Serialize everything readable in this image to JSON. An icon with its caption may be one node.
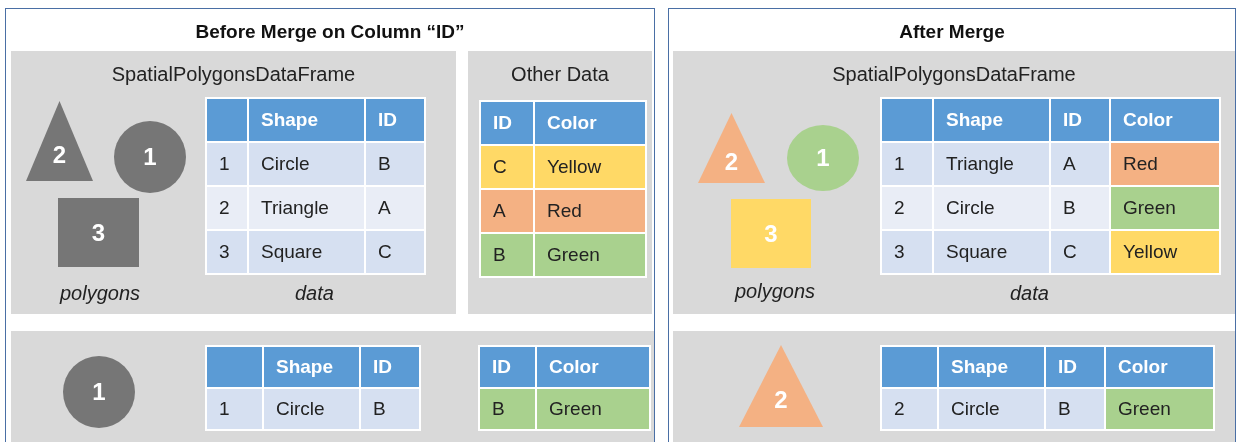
{
  "diagram": {
    "nodes": [
      {
        "text": [
          "Before Merge on Column “ID”"
        ]
      },
      {
        "text": [
          "SpatialPolygonsDataFrame"
        ],
        "in": 0
      },
      {
        "text": [
          "2"
        ],
        "in": 1
      },
      {
        "text": [
          "1"
        ],
        "in": 1
      },
      {
        "text": [
          "3"
        ],
        "in": 1
      },
      {
        "text": [
          "Other Data"
        ],
        "in": 0
      },
      {
        "text": [],
        "shape": "box",
        "in": 0
      },
      {
        "text": [
          "1"
        ],
        "in": 6
      },
      {
        "text": [
          "After Merge"
        ]
      },
      {
        "text": [
          "SpatialPolygonsDataFrame"
        ],
        "in": 8
      },
      {
        "text": [
          "2"
        ],
        "in": 9
      },
      {
        "text": [
          "1"
        ],
        "in": 9
      },
      {
        "text": [
          "3"
        ],
        "in": 9
      },
      {
        "text": [],
        "shape": "box",
        "in": 8
      },
      {
        "text": [
          "2"
        ],
        "in": 13
      }
    ],
    "edges": [],
    "labels": [
      "Shape",
      "ID",
      "1",
      "Circle",
      "B",
      "2",
      "Triangle",
      "A",
      "3",
      "Square",
      "C",
      "polygons",
      "data",
      "ID",
      "Color",
      "C",
      "Yellow",
      "A",
      "Red",
      "B",
      "Green",
      "Shape",
      "ID",
      "1",
      "Circle",
      "B",
      "ID",
      "Color",
      "B",
      "Green",
      "Shape",
      "ID",
      "Color",
      "1",
      "Triangle",
      "A",
      "Red",
      "2",
      "Circle",
      "B",
      "Green",
      "3",
      "Square",
      "C",
      "Yellow",
      "polygons",
      "data",
      "Shape",
      "ID",
      "Color",
      "2",
      "Circle",
      "B",
      "Green"
    ]
  }
}
